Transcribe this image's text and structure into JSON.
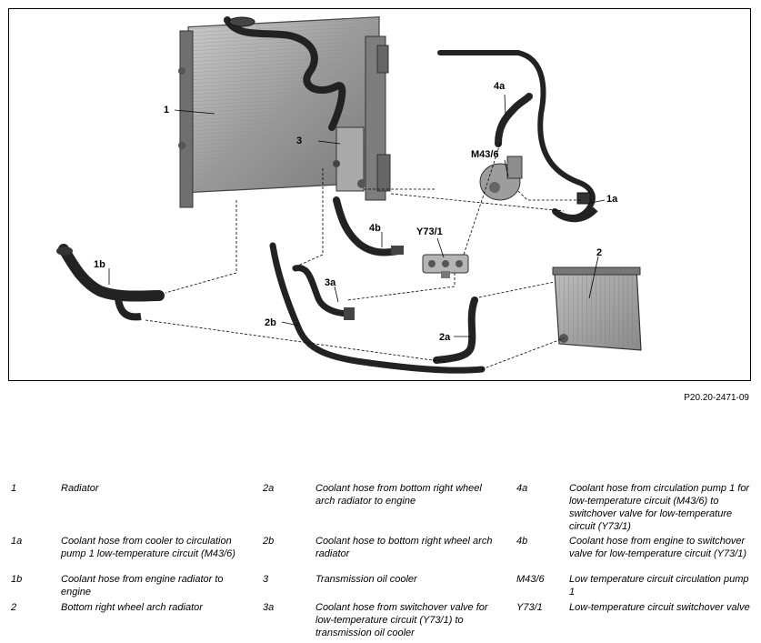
{
  "figure": {
    "callouts": {
      "c1": "1",
      "c1a": "1a",
      "c1b": "1b",
      "c2": "2",
      "c2a": "2a",
      "c2b": "2b",
      "c3": "3",
      "c3a": "3a",
      "c4a": "4a",
      "c4b": "4b",
      "cM43": "M43/6",
      "cY73": "Y73/1"
    },
    "reference_code": "P20.20-2471-09"
  },
  "legend": [
    {
      "key": "1",
      "desc": "Radiator"
    },
    {
      "key": "1a",
      "desc": "Coolant hose from cooler to circulation pump 1 low-temperature circuit (M43/6)"
    },
    {
      "key": "1b",
      "desc": "Coolant hose from engine radiator to engine"
    },
    {
      "key": "2",
      "desc": "Bottom right wheel arch radiator"
    },
    {
      "key": "2a",
      "desc": "Coolant hose from bottom right wheel arch radiator to engine"
    },
    {
      "key": "2b",
      "desc": "Coolant hose to bottom right wheel arch radiator"
    },
    {
      "key": "3",
      "desc": "Transmission oil cooler"
    },
    {
      "key": "3a",
      "desc": "Coolant hose from switchover valve for low-temperature circuit (Y73/1) to transmission oil cooler"
    },
    {
      "key": "4a",
      "desc": "Coolant hose from circulation pump 1  for low-temperature circuit (M43/6) to switchover valve for low-temperature circuit (Y73/1)"
    },
    {
      "key": "4b",
      "desc": "Coolant hose from engine to switchover valve for low-temperature circuit (Y73/1)"
    },
    {
      "key": "M43/6",
      "desc": "Low temperature circuit circulation pump 1"
    },
    {
      "key": "Y73/1",
      "desc": "Low-temperature circuit switchover valve"
    }
  ]
}
